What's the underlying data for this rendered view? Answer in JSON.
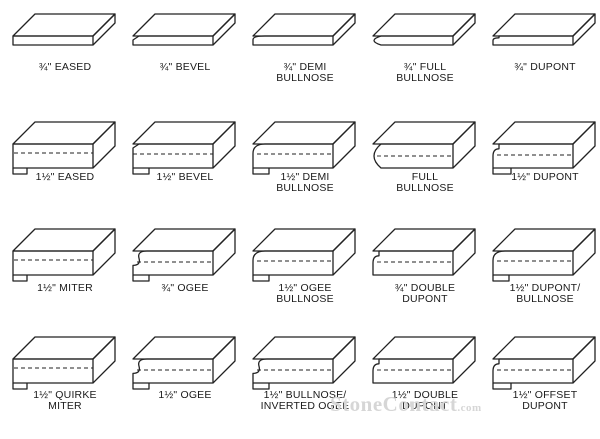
{
  "watermark": {
    "brand": "StoneContact",
    "tld": ".com"
  },
  "profiles": [
    {
      "id": "3-4-eased",
      "lines": [
        "¾\" EASED"
      ]
    },
    {
      "id": "3-4-bevel",
      "lines": [
        "¾\" BEVEL"
      ]
    },
    {
      "id": "3-4-demi-bullnose",
      "lines": [
        "¾\" DEMI",
        "BULLNOSE"
      ]
    },
    {
      "id": "3-4-full-bullnose",
      "lines": [
        "¾\" FULL",
        "BULLNOSE"
      ]
    },
    {
      "id": "3-4-dupont",
      "lines": [
        "¾\" DUPONT"
      ]
    },
    {
      "id": "1-1-2-eased",
      "lines": [
        "1½\" EASED"
      ]
    },
    {
      "id": "1-1-2-bevel",
      "lines": [
        "1½\" BEVEL"
      ]
    },
    {
      "id": "1-1-2-demi-bullnose",
      "lines": [
        "1½\" DEMI",
        "BULLNOSE"
      ]
    },
    {
      "id": "1-1-2-full-bullnose",
      "lines": [
        "FULL",
        "BULLNOSE"
      ]
    },
    {
      "id": "1-1-2-dupont",
      "lines": [
        "1½\" DUPONT"
      ]
    },
    {
      "id": "1-1-2-miter",
      "lines": [
        "1½\" MITER"
      ]
    },
    {
      "id": "3-4-ogee",
      "lines": [
        "¾\" OGEE"
      ]
    },
    {
      "id": "1-1-2-ogee-bullnose",
      "lines": [
        "1½\" OGEE",
        "BULLNOSE"
      ]
    },
    {
      "id": "3-4-double-dupont",
      "lines": [
        "¾\" DOUBLE",
        "DUPONT"
      ]
    },
    {
      "id": "1-1-2-dupont-bullnose",
      "lines": [
        "1½\" DUPONT/",
        "BULLNOSE"
      ]
    },
    {
      "id": "1-1-2-quirke-miter",
      "lines": [
        "1½\" QUIRKE",
        "MITER"
      ]
    },
    {
      "id": "1-1-2-ogee",
      "lines": [
        "1½\" OGEE"
      ]
    },
    {
      "id": "1-1-2-bullnose-inverted-ogee",
      "lines": [
        "1½\" BULLNOSE/",
        "INVERTED OGEE"
      ]
    },
    {
      "id": "1-1-2-double-dupont",
      "lines": [
        "1½\" DOUBLE",
        "DUPONT"
      ]
    },
    {
      "id": "1-1-2-offset-dupont",
      "lines": [
        "1½\" OFFSET",
        "DUPONT"
      ]
    }
  ]
}
